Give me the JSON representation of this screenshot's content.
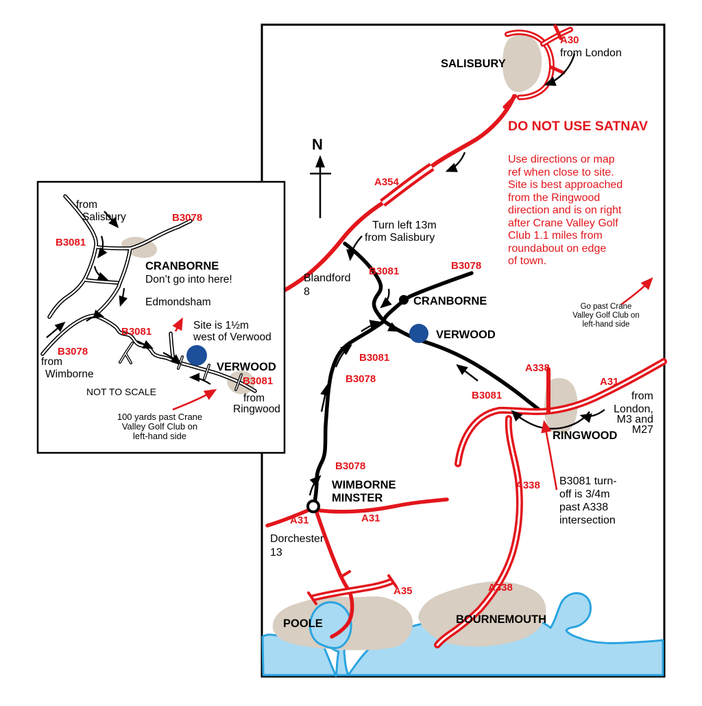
{
  "colors": {
    "road_red": "#e2161c",
    "road_black": "#000000",
    "town_fill": "#d8cec1",
    "water_fill": "#a9daf3",
    "water_line": "#29a3e0",
    "site_blue": "#1d4f9a"
  },
  "main_map": {
    "compass_n": "N",
    "towns": {
      "salisbury": "SALISBURY",
      "cranborne": "CRANBORNE",
      "verwood": "VERWOOD",
      "ringwood": "RINGWOOD",
      "wimborne_line1": "WIMBORNE",
      "wimborne_line2": "MINSTER",
      "poole": "POOLE",
      "bournemouth": "BOURNEMOUTH"
    },
    "roads": {
      "a30": "A30",
      "a354": "A354",
      "a31": "A31",
      "a35": "A35",
      "a338": "A338",
      "b3081": "B3081",
      "b3078": "B3078"
    },
    "labels": {
      "from_london": "from London",
      "satnav_warning": "DO NOT USE SATNAV",
      "note_lines": [
        "Use directions or map",
        "ref when close to site.",
        "Site is best approached",
        "from the Ringwood",
        "direction and is on right",
        "after Crane Valley Golf",
        "Club 1.1 miles from",
        "roundabout on edge",
        "of town."
      ],
      "turn_left_line1": "Turn left 13m",
      "turn_left_line2": "from Salisbury",
      "blandford_line1": "Blandford",
      "blandford_line2": "8",
      "dorchester_line1": "Dorchester",
      "dorchester_line2": "13",
      "london_m3_line1": "from",
      "london_m3_line2": "London,",
      "london_m3_line3": "M3 and",
      "london_m3_line4": "M27",
      "turnoff_lines": [
        "B3081 turn-",
        "off is 3/4m",
        "past A338",
        "intersection"
      ],
      "golf_hint_lines": [
        "Go past Crane",
        "Valley Golf Club on",
        "left-hand side"
      ]
    }
  },
  "inset_map": {
    "labels": {
      "from_salisbury_line1": "from",
      "from_salisbury_line2": "Salisbury",
      "cranborne": "CRANBORNE",
      "dont_go": "Don’t go into here!",
      "edmondsham": "Edmondsham",
      "site_line1": "Site is 1½m",
      "site_line2": "west of Verwood",
      "verwood": "VERWOOD",
      "from_wimborne_line1": "from",
      "from_wimborne_line2": "Wimborne",
      "not_to_scale": "NOT TO SCALE",
      "from_ringwood_line1": "from",
      "from_ringwood_line2": "Ringwood",
      "yards_lines": [
        "100 yards past Crane",
        "Valley Golf Club on",
        "left-hand side"
      ],
      "b3081": "B3081",
      "b3078": "B3078"
    }
  }
}
